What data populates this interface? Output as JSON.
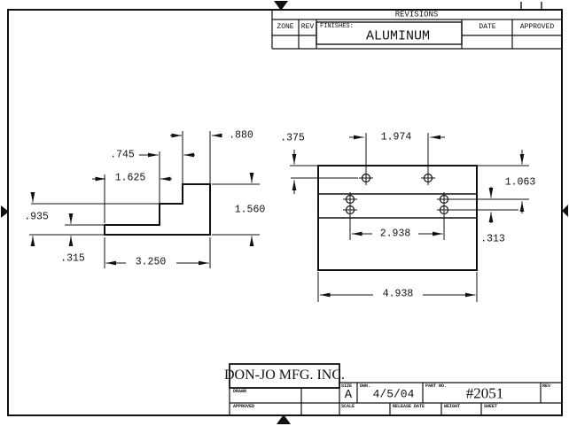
{
  "revisions": {
    "title": "REVISIONS",
    "zone": "ZONE",
    "rev": "REV",
    "finishes_label": "FINISHES:",
    "finishes_value": "ALUMINUM",
    "date": "DATE",
    "approved": "APPROVED"
  },
  "title_block": {
    "company": "DON-JO MFG. INC.",
    "drawn_label": "DRAWN",
    "approved_label": "APPROVED",
    "size_label": "SIZE",
    "size_value": "A",
    "date_label": "DWN.",
    "date_value": "4/5/04",
    "part_label": "PART NO.",
    "part_value": "#2051",
    "rev_label": "REV",
    "scale_label": "SCALE",
    "release_label": "RELEASE DATE",
    "weight_label": "WEIGHT",
    "sheet_label": "SHEET"
  },
  "side_view": {
    "dims": {
      "top_flange": ".880",
      "mid_step": ".745",
      "bottom_leg": "1.625",
      "step_height": ".935",
      "thickness": ".315",
      "overall_width": "3.250",
      "overall_height": "1.560"
    }
  },
  "front_view": {
    "dims": {
      "hole_top_offset": ".375",
      "top_hole_spacing": "1.974",
      "mid_hole_offset": "1.063",
      "mid_hole_gap": ".313",
      "mid_hole_spacing": "2.938",
      "overall_width": "4.938"
    }
  }
}
